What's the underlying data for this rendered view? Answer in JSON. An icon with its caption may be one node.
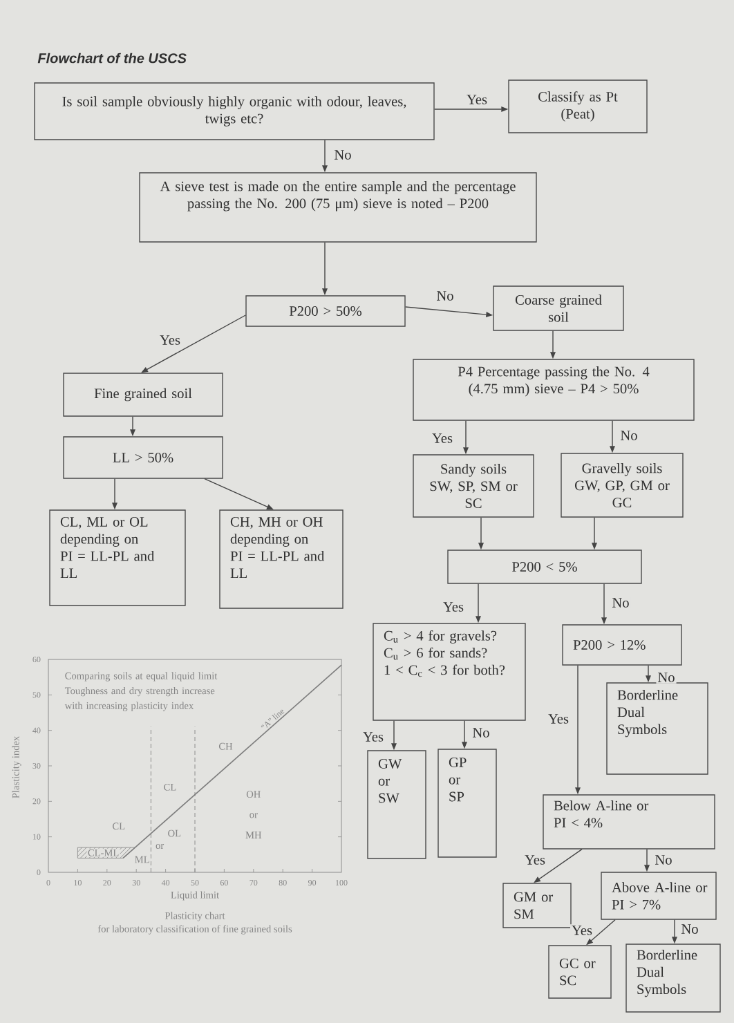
{
  "diagram": {
    "title": "Flowchart of the USCS",
    "nodes": [
      {
        "text": [
          "Is soil sample obviously highly organic with odour, leaves, twigs etc?"
        ]
      },
      {
        "text": [
          "Classify as Pt (Peat)"
        ]
      },
      {
        "text": [
          "A sieve test is made on the entire sample and the percentage passing the No. 200 (75 μm) sieve is noted – P200"
        ]
      },
      {
        "text": [
          "P200 > 50%"
        ]
      },
      {
        "text": [
          "Coarse grained soil"
        ]
      },
      {
        "text": [
          "Fine grained soil"
        ]
      },
      {
        "text": [
          "P4 Percentage passing the No. 4 (4.75 mm) sieve – P4 > 50%"
        ]
      },
      {
        "text": [
          "LL > 50%"
        ]
      },
      {
        "text": [
          "CL, ML or OL depending on PI = LL-PL and LL"
        ]
      },
      {
        "text": [
          "CH, MH or OH depending on PI = LL-PL and LL"
        ]
      },
      {
        "text": [
          "Sandy soils",
          "SW, SP, SM or SC"
        ]
      },
      {
        "text": [
          "Gravelly soils",
          "GW, GP, GM or GC"
        ]
      },
      {
        "text": [
          "P200 < 5%"
        ]
      },
      {
        "text": [
          "C$_{u}$ > 4 for gravels?",
          "C$_{u}$ > 6 for sands?",
          "1 < C$_{c}$ < 3 for both?"
        ]
      },
      {
        "text": [
          "P200 > 12%"
        ]
      },
      {
        "text": [
          "Borderline Dual Symbols"
        ]
      },
      {
        "text": [
          "GW or SW"
        ]
      },
      {
        "text": [
          "GP or SP"
        ]
      },
      {
        "text": [
          "Below A-line or PI < 4%"
        ]
      },
      {
        "text": [
          "GM or SM"
        ]
      },
      {
        "text": [
          "Above A-line or PI > 7%"
        ]
      },
      {
        "text": [
          "GC or SC"
        ]
      },
      {
        "text": [
          "Borderline Dual Symbols"
        ]
      }
    ],
    "edges": [
      {
        "from": 0,
        "to": 1,
        "arrow": "to",
        "label": "Yes"
      },
      {
        "from": 0,
        "to": 2,
        "arrow": "to",
        "label": "No"
      },
      {
        "from": 2,
        "to": 3,
        "arrow": "to"
      },
      {
        "from": 3,
        "to": 4,
        "arrow": "to",
        "label": "No"
      },
      {
        "from": 3,
        "to": 5,
        "arrow": "to",
        "label": "Yes"
      },
      {
        "from": 4,
        "to": 6,
        "arrow": "to"
      },
      {
        "from": 5,
        "to": 7,
        "arrow": "to"
      },
      {
        "from": 7,
        "to": 8,
        "arrow": "to"
      },
      {
        "from": 7,
        "to": 9,
        "arrow": "to"
      },
      {
        "from": 6,
        "to": 10,
        "arrow": "to",
        "label": "Yes"
      },
      {
        "from": 6,
        "to": 11,
        "arrow": "to",
        "label": "No"
      },
      {
        "from": 10,
        "to": 12,
        "arrow": "to"
      },
      {
        "from": 11,
        "to": 12,
        "arrow": "to"
      },
      {
        "from": 12,
        "to": 13,
        "arrow": "to",
        "label": "Yes"
      },
      {
        "from": 12,
        "to": 14,
        "arrow": "to",
        "label": "No"
      },
      {
        "from": 14,
        "to": 15,
        "arrow": "to",
        "label": "No"
      },
      {
        "from": 14,
        "to": 18,
        "arrow": "to",
        "label": "Yes"
      },
      {
        "from": 13,
        "to": 16,
        "arrow": "to",
        "label": "Yes"
      },
      {
        "from": 13,
        "to": 17,
        "arrow": "to",
        "label": "No"
      },
      {
        "from": 18,
        "to": 19,
        "arrow": "to",
        "label": "Yes"
      },
      {
        "from": 18,
        "to": 20,
        "arrow": "to",
        "label": "No"
      },
      {
        "from": 20,
        "to": 21,
        "arrow": "to",
        "label": "Yes"
      },
      {
        "from": 20,
        "to": 22,
        "arrow": "to",
        "label": "No"
      }
    ],
    "labels": [
      "for laboratory classification of fine grained soils"
    ],
    "chart_data": {
      "type": "line",
      "title": "Plasticity chart",
      "xlabel": "Liquid limit",
      "ylabel": "Plasticity index",
      "x": [
        25.5,
        100
      ],
      "series": [
        {
          "name": "“A” line",
          "color": "#7d7d7d",
          "values": [
            4,
            58.4
          ]
        }
      ],
      "xlim": [
        0,
        100
      ],
      "ylim": [
        0,
        60
      ],
      "xticks": [
        0,
        10,
        20,
        30,
        40,
        50,
        60,
        70,
        80,
        90,
        100
      ],
      "yticks": [
        0,
        10,
        20,
        30,
        40,
        50,
        60
      ],
      "ref_lines": [
        {
          "axis": "x",
          "value": 35
        },
        {
          "axis": "x",
          "value": 50
        }
      ],
      "bands": [
        {
          "axis": "y",
          "from": 4,
          "to": 7,
          "label": "CL-ML"
        }
      ],
      "annotations": [
        "Comparing soils at equal liquid limit Toughness and dry strength increase with increasing plasticity index",
        {
          "text": "CH",
          "x": 60.5,
          "y": 35.5
        },
        {
          "text": "CL",
          "x": 41.5,
          "y": 24
        },
        {
          "text": "OH",
          "x": 70,
          "y": 22
        },
        {
          "text": "or",
          "x": 70,
          "y": 16
        },
        {
          "text": "MH",
          "x": 70,
          "y": 10.5
        },
        {
          "text": "CL",
          "x": 24,
          "y": 13
        },
        {
          "text": "OL",
          "x": 43,
          "y": 11
        },
        {
          "text": "or",
          "x": 38,
          "y": 7.3
        },
        {
          "text": "ML",
          "x": 32,
          "y": 3.6
        }
      ]
    }
  }
}
